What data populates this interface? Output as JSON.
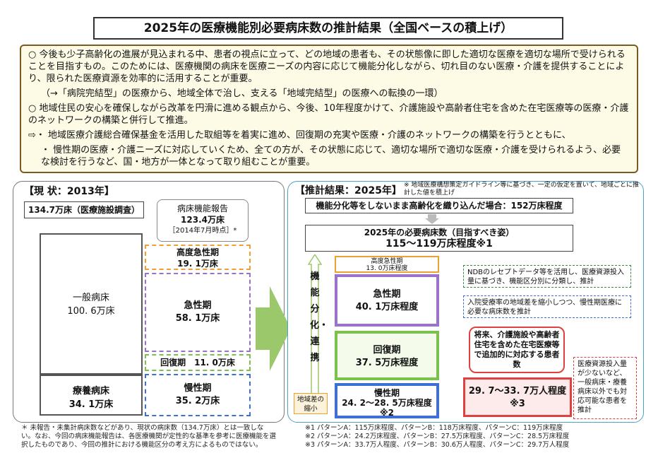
{
  "title": "2025年の医療機能別必要病床数の推計結果（全国ベースの積上げ）",
  "summary": {
    "p1": "○ 今後も少子高齢化の進展が見込まれる中、患者の視点に立って、どの地域の患者も、その状態像に即した適切な医療を適切な場所で受けられることを目指すもの。このためには、医療機関の病床を医療ニーズの内容に応じて機能分化しながら、切れ目のない医療・介護を提供することにより、限られた医療資源を効率的に活用することが重要。",
    "p2": "（→「病院完結型」の医療から、地域全体で治し、支える「地域完結型」の医療への転換の一環）",
    "p3": "○ 地域住民の安心を確保しながら改革を円滑に進める観点から、今後、10年程度かけて、介護施設や高齢者住宅を含めた在宅医療等の医療・介護のネットワークの構築と併行して推進。",
    "p4": "⇨・ 地域医療介護総合確保基金を活用した取組等を着実に進め、回復期の充実や医療・介護のネットワークの構築を行うとともに、",
    "p5": "・ 慢性期の医療・介護ニーズに対応していくため、全ての方が、その状態に応じて、適切な場所で適切な医療・介護を受けられるよう、必要な検討を行うなど、国・地方が一体となって取り組むことが重要。"
  },
  "current": {
    "header": "【現 状：2013年】",
    "total": "134.7万床（医療施設調査）",
    "report_label": "病床機能報告",
    "report_value": "123.4万床",
    "report_date": "［2014年7月時点］*",
    "general_label": "一般病床",
    "general_value": "100. 6万床",
    "care_label": "療養病床",
    "care_value": "34. 1万床",
    "acute_high_label": "高度急性期",
    "acute_high_value": "19. 1万床",
    "acute_label": "急性期",
    "acute_value": "58. 1万床",
    "recovery": "回復期　11. 0万床",
    "chronic_label": "慢性期",
    "chronic_value": "35. 2万床",
    "footnote": "＊ 未報告・未集計病床数などがあり、現状の病床数（134.7万床）とは一致しない。なお、今回の病床機能報告は、各医療機関が定性的な基準を参考に医療機能を選択したものであり、今回の推計における機能区分の考え方によるものではない。"
  },
  "estimate": {
    "header": "【推計結果：2025年】",
    "header_note": "※ 地域医療構想策定ガイドライン等に基づき、一定の仮定を置いて、地域ごとに推計した値を積上げ",
    "without": "機能分化等をしないまま高齢化を織り込んだ場合：152万床程度",
    "needed_label": "2025年の必要病床数（目指すべき姿）",
    "needed_value": "115～119万床程度※1",
    "arrow_text": "機能分化・連携",
    "regional": "地域差の縮小",
    "acute_high_label": "高度急性期",
    "acute_high_value": "13. 0万床程度",
    "acute_label": "急性期",
    "acute_value": "40. 1万床程度",
    "recovery_label": "回復期",
    "recovery_value": "37. 5万床程度",
    "chronic_label": "慢性期",
    "chronic_value": "24. 2～28. 5万床程度※2",
    "ndb_note": "NDBのレセプトデータ等を活用し、医療資源投入量に基づき、機能区分別に分類し、推計",
    "admission_note": "入院受療率の地域差を縮小しつつ、慢性期医療に必要な病床数を推計",
    "home_label": "将来、介護施設や高齢者住宅を含めた在宅医療等で追加的に対応する患者数",
    "home_value": "29. 7～33. 7万人程度※3",
    "resource_note": "医療資源投入量が少ないなど、一般病床・療養病床以外でも対応可能な患者を推計",
    "notes": [
      "※1 パターンA：115万床程度、パターンB：118万床程度、パターンC：119万床程度",
      "※2 パターンA：24.2万床程度、パターンB：27.5万床程度、パターンC：28.5万床程度",
      "※3 パターンA：33.7万人程度、パターンB：30.6万人程度、パターンC：29.7万人程度"
    ]
  },
  "colors": {
    "summary_border": "#7a5a1f",
    "orange": "#f0a030",
    "purple": "#9b72c9",
    "green": "#7cc04e",
    "blue": "#3d6fd6",
    "red": "#e04040",
    "arrow": "#9bc86a"
  }
}
